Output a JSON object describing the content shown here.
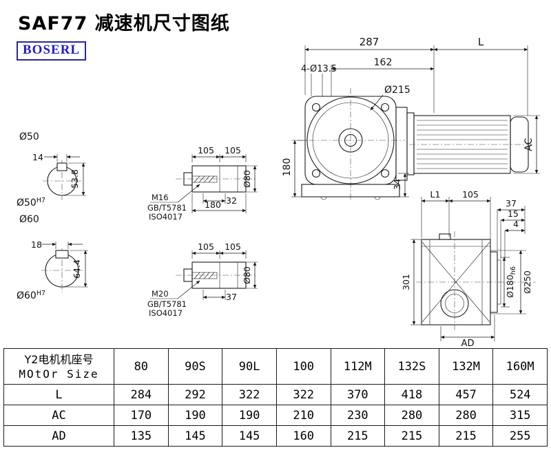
{
  "page": {
    "title": "SAF77 减速机尺寸图纸",
    "brand": "BOSERL"
  },
  "front_view": {
    "dim_287": "287",
    "dim_L": "L",
    "dim_162": "162",
    "holes_label": "4-Ø13.5",
    "flange_dia": "Ø215",
    "dim_180": "180",
    "dim_34": "34",
    "dim_ac": "AC"
  },
  "shaft_sections": {
    "s1_dia": "Ø50",
    "s1_key_width": "14",
    "s1_key_height": "53.8",
    "s1_bore": "Ø50",
    "s1_bore_tol": "H7",
    "s2_dia": "Ø60",
    "s2_key_width": "18",
    "s2_key_height": "64.4",
    "s2_bore": "Ø60",
    "s2_bore_tol": "H7"
  },
  "shaft_details": {
    "d1_dim_a": "105",
    "d1_dim_b": "105",
    "d1_thread": "M16",
    "d1_std1": "GB/T5781",
    "d1_std2": "ISO4017",
    "d1_thread_len": "32",
    "d1_total_len": "180",
    "d1_dia": "Ø80",
    "d2_dim_a": "105",
    "d2_dim_b": "105",
    "d2_thread": "M20",
    "d2_std1": "GB/T5781",
    "d2_std2": "ISO4017",
    "d2_thread_len": "37",
    "d2_dia": "Ø80"
  },
  "side_view": {
    "dim_l1": "L1",
    "dim_105": "105",
    "dim_37": "37",
    "dim_15": "15",
    "dim_4": "4",
    "dim_301": "301",
    "spigot_dia": "Ø180",
    "spigot_tol": "h6",
    "flange_dia": "Ø250",
    "dim_ad": "AD"
  },
  "table": {
    "header_cn": "Y2电机机座号",
    "header_en": "MOtOr Size",
    "frame_sizes": [
      "80",
      "90S",
      "90L",
      "100",
      "112M",
      "132S",
      "132M",
      "160M"
    ],
    "rows": [
      {
        "label": "L",
        "values": [
          "284",
          "292",
          "322",
          "322",
          "370",
          "418",
          "457",
          "524"
        ]
      },
      {
        "label": "AC",
        "values": [
          "170",
          "190",
          "190",
          "210",
          "230",
          "280",
          "280",
          "315"
        ]
      },
      {
        "label": "AD",
        "values": [
          "135",
          "145",
          "145",
          "160",
          "215",
          "215",
          "215",
          "255"
        ]
      }
    ]
  }
}
